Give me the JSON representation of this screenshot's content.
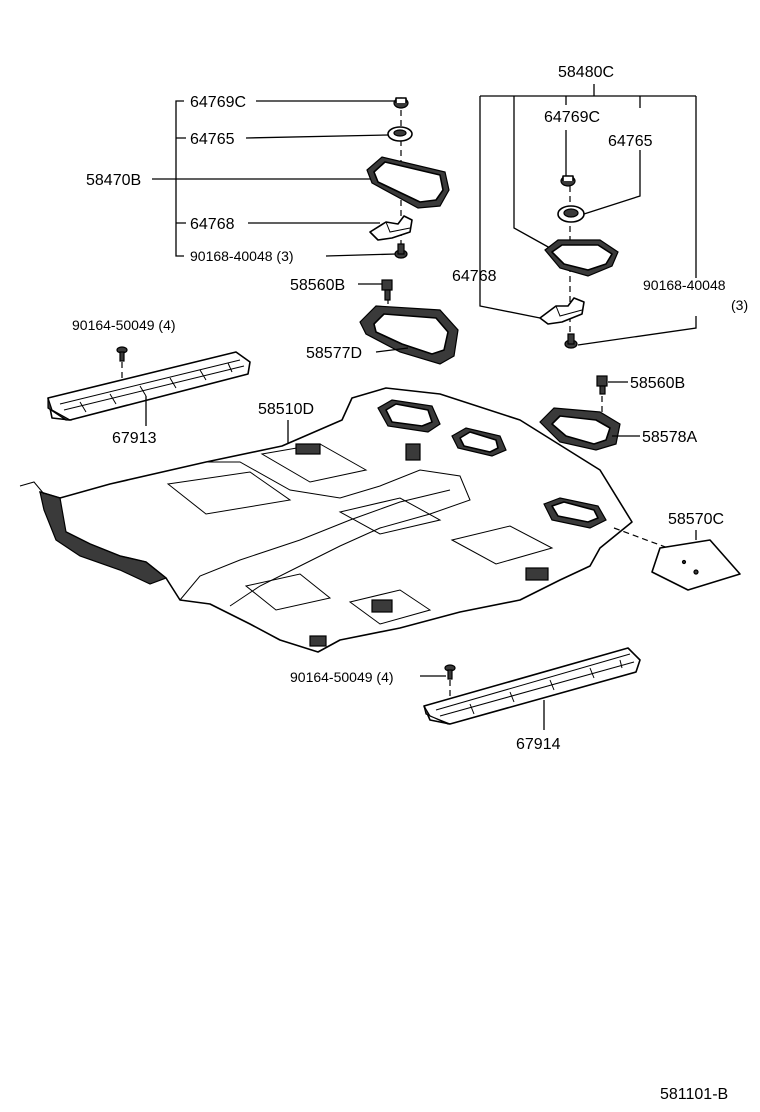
{
  "diagram_id": "581101-B",
  "labels": {
    "grp_58480c": "58480C",
    "l_64769c": "64769C",
    "l_64765": "64765",
    "l_58470b": "58470B",
    "l_64768": "64768",
    "l_90168_l": "90168-40048 (3)",
    "r_64769c": "64769C",
    "r_64765": "64765",
    "r_64768": "64768",
    "r_90168": "90168-40048",
    "r_90168_qty": "(3)",
    "l_58560b_top": "58560B",
    "l_58577d": "58577D",
    "l_90164_top": "90164-50049 (4)",
    "l_67913": "67913",
    "l_58510d": "58510D",
    "r_58560b": "58560B",
    "r_58578a": "58578A",
    "r_58570c": "58570C",
    "l_90164_bottom": "90164-50049 (4)",
    "l_67914": "67914"
  }
}
